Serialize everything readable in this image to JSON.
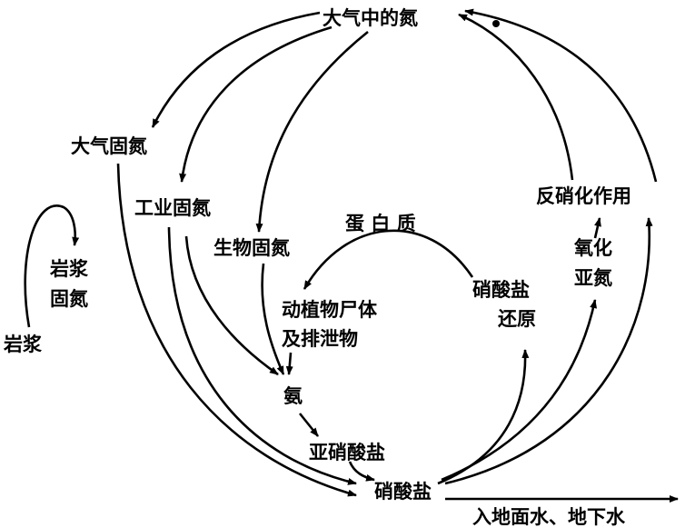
{
  "nodes": {
    "atmosphere_n": "大气中的氮",
    "atmospheric_fixation": "大气固氮",
    "industrial_fixation": "工业固氮",
    "biological_fixation": "生物固氮",
    "protein": "蛋 白 质",
    "magma_fixation_1": "岩浆",
    "magma_fixation_2": "固氮",
    "magma": "岩浆",
    "remains_1": "动植物尸体",
    "remains_2": "及排泄物",
    "nitrate_reduction_1": "硝酸盐",
    "nitrate_reduction_2": "还原",
    "nitrous_oxide_1": "氧化",
    "nitrous_oxide_2": "亚氮",
    "denitrification": "反硝化作用",
    "ammonia": "氨",
    "nitrite": "亚硝酸盐",
    "nitrate": "硝酸盐",
    "groundwater": "入地面水、地下水"
  }
}
